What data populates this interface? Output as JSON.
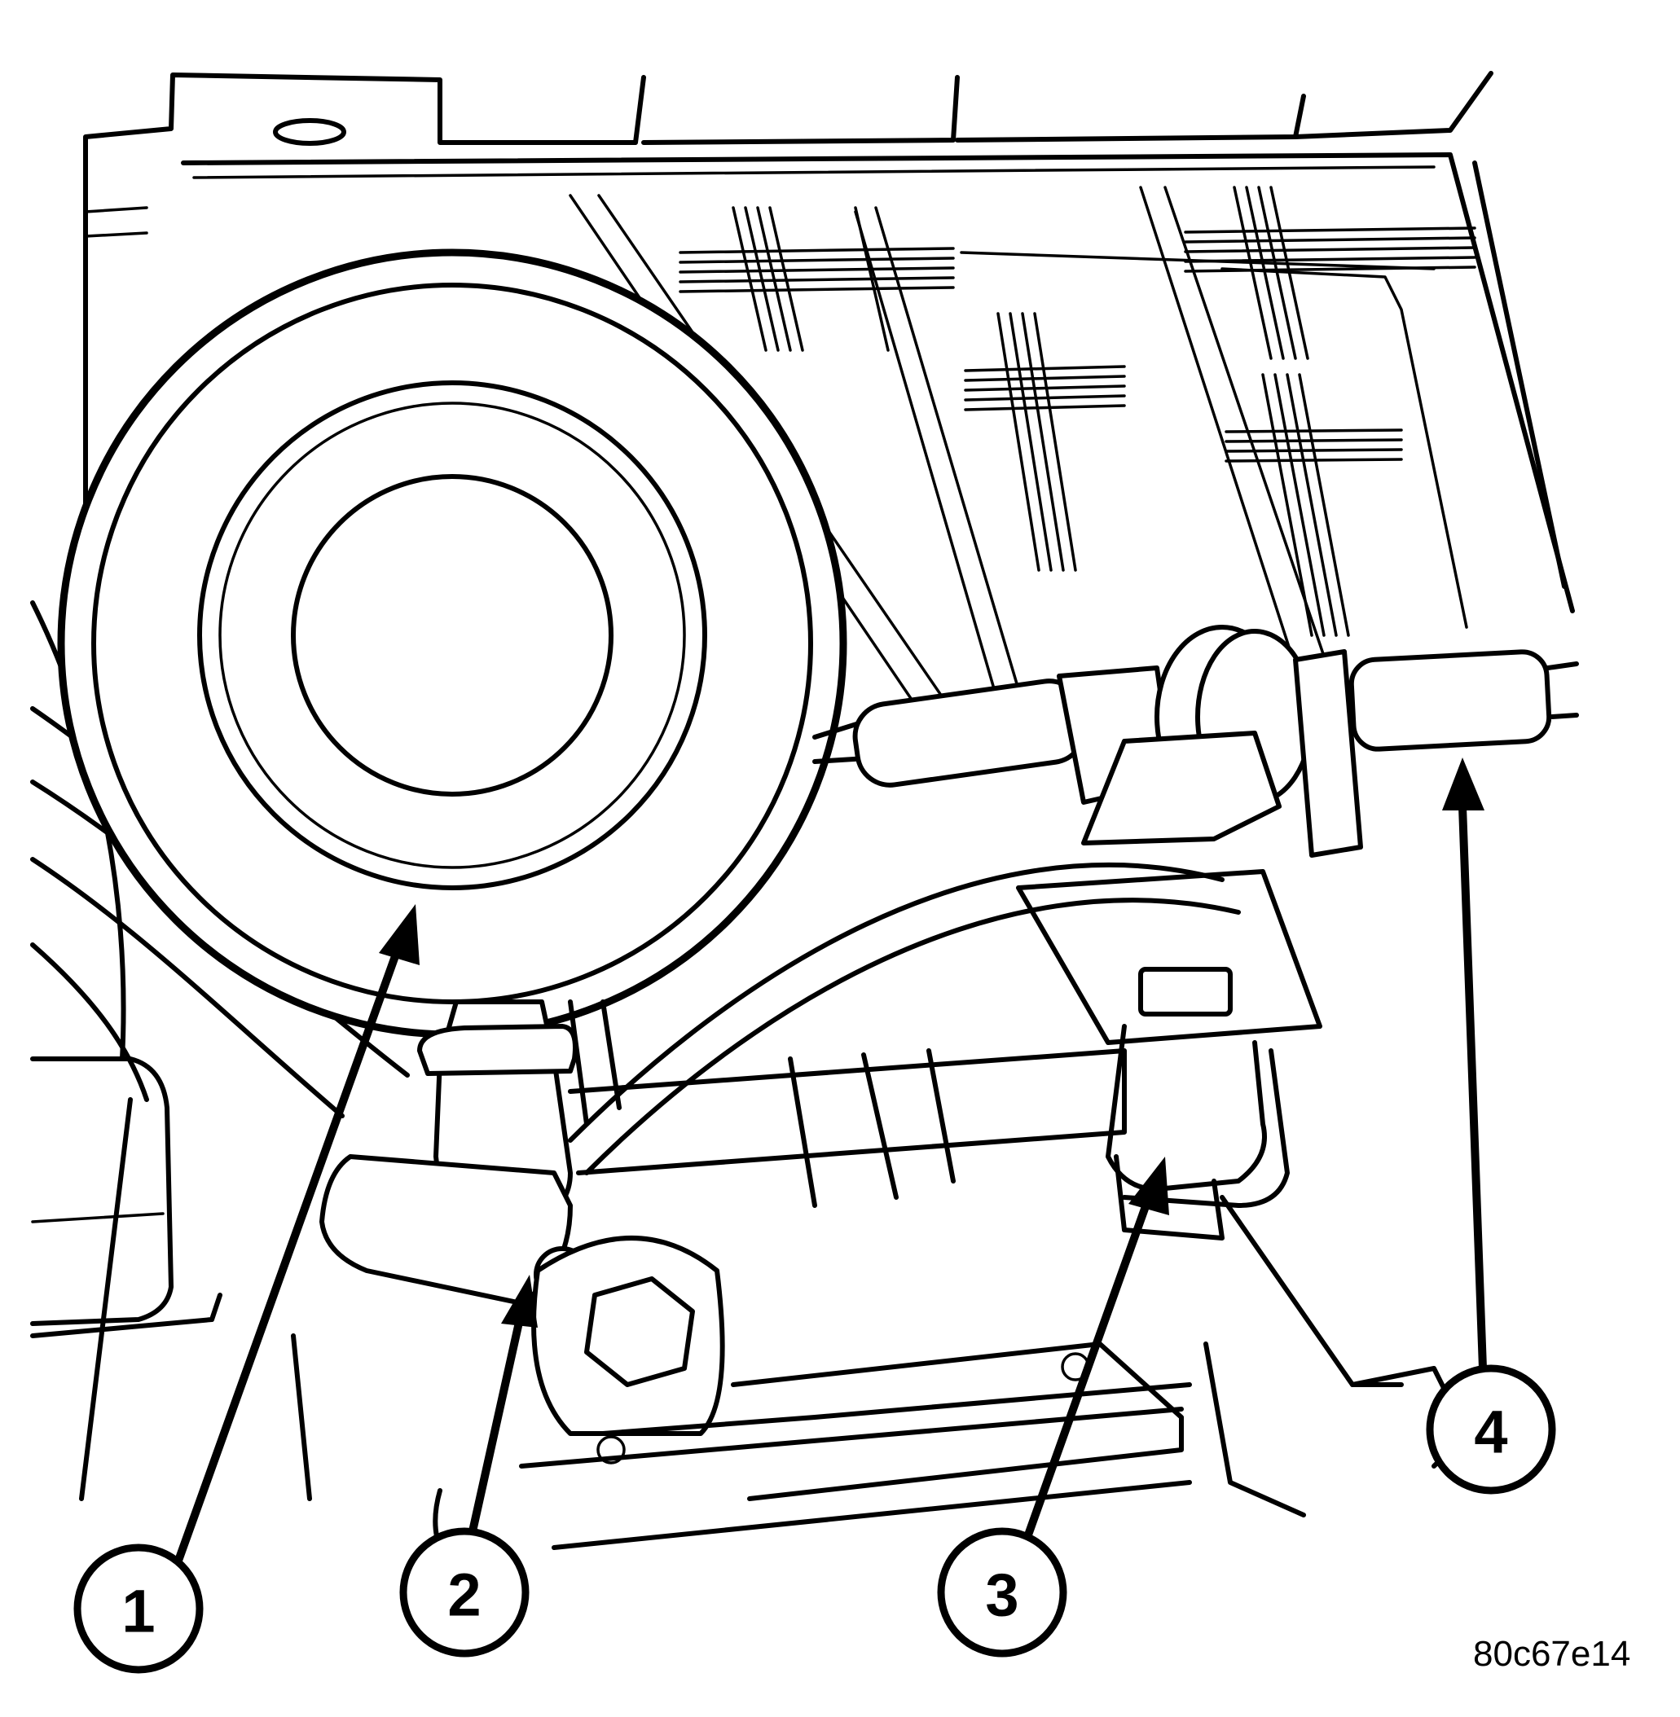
{
  "diagram": {
    "callouts": [
      {
        "id": "1",
        "label": "1"
      },
      {
        "id": "2",
        "label": "2"
      },
      {
        "id": "3",
        "label": "3"
      },
      {
        "id": "4",
        "label": "4"
      }
    ],
    "figure_id": "80c67e14"
  }
}
